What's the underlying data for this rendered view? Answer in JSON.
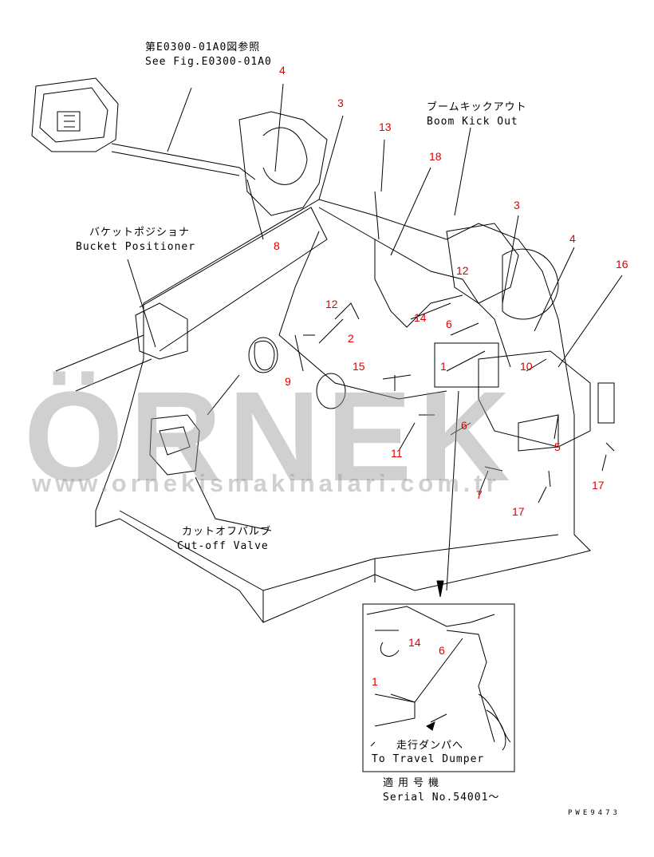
{
  "notes": {
    "ref_jp": "第E0300-01A0図参照",
    "ref_en": "See Fig.E0300-01A0",
    "boom_jp": "ブームキックアウト",
    "boom_en": "Boom Kick Out",
    "bucket_jp": "バケットポジショナ",
    "bucket_en": "Bucket Positioner",
    "cutoff_jp": "カットオフバルブ",
    "cutoff_en": "Cut-off Valve",
    "dumper_jp": "走行ダンパへ",
    "dumper_en": "To Travel Dumper",
    "serial_jp": "適用号機",
    "serial_en": "Serial No.54001〜",
    "drawing_code": "PWE9473"
  },
  "callouts": [
    "4",
    "3",
    "13",
    "18",
    "3",
    "4",
    "16",
    "8",
    "12",
    "12",
    "14",
    "6",
    "2",
    "10",
    "1",
    "15",
    "9",
    "11",
    "6",
    "5",
    "7",
    "17",
    "17",
    "14",
    "6",
    "1"
  ],
  "watermark": {
    "logo": "ÖRNEK",
    "url": "www.ornekismakinalari.com.tr"
  },
  "colors": {
    "callout": "#e00000",
    "line": "#000000",
    "watermark": "#969696"
  }
}
